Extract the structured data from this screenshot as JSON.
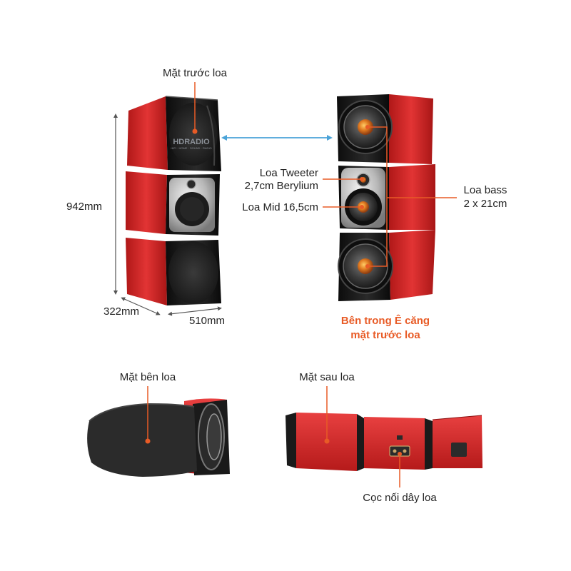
{
  "labels": {
    "front_face": "Mặt trước loa",
    "height": "942mm",
    "depth": "322mm",
    "width": "510mm",
    "tweeter_line1": "Loa Tweeter",
    "tweeter_line2": "2,7cm Berylium",
    "mid": "Loa Mid 16,5cm",
    "bass_line1": "Loa bass",
    "bass_line2": "2 x 21cm",
    "inside_line1": "Bên trong Ê căng",
    "inside_line2": "mặt trước loa",
    "side_face": "Mặt bên loa",
    "rear_face": "Mặt sau loa",
    "terminals": "Cọc nối dây loa"
  },
  "logo": {
    "text": "HDRADIO",
    "sub": "HIFI · HOME · SOUND · RADIO"
  },
  "colors": {
    "speaker_red": "#d42a2a",
    "cabinet_black": "#141414",
    "callout_orange": "#e85b26",
    "arrow_blue": "#4aa3d8",
    "dimension_gray": "#555555"
  }
}
